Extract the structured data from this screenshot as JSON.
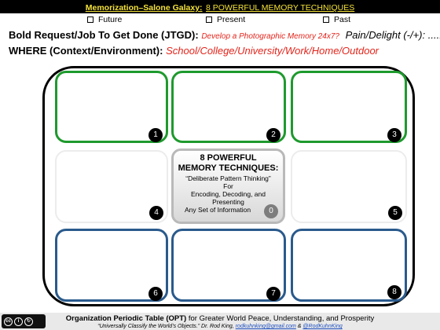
{
  "header": {
    "series": "Memorization–Salone Galaxy:",
    "topic": "8 POWERFUL MEMORY TECHNIQUES"
  },
  "tenses": {
    "future": "Future",
    "present": "Present",
    "past": "Past"
  },
  "jtgd": {
    "label": "Bold Request/Job To Get Done (JTGD):",
    "value": "Develop a Photographic Memory 24x7?",
    "pain_label": "Pain/Delight (-/+): ........"
  },
  "where": {
    "label": "WHERE (Context/Environment):",
    "value": "School/College/University/Work/Home/Outdoor"
  },
  "center": {
    "title_line1": "8 POWERFUL",
    "title_line2": "MEMORY TECHNIQUES:",
    "line1": "“Deliberate Pattern Thinking”",
    "line2": "For",
    "line3": "Encoding, Decoding, and",
    "line4": "Presenting",
    "line5": "Any Set of Information",
    "number": "0"
  },
  "boxes": [
    "1",
    "2",
    "3",
    "4",
    "5",
    "6",
    "7",
    "8"
  ],
  "colors": {
    "green": "#1e9a2d",
    "blue": "#2a5a8c",
    "red": "#e3241b",
    "yellow": "#f5e23a"
  },
  "footer": {
    "line1_bold": "Organization Periodic Table (OPT)",
    "line1_rest": " for Greater World Peace, Understanding, and Prosperity",
    "line2_quote": "“Universally Classify the World’s Objects.”",
    "line2_author": " Dr. Rod King, ",
    "line2_email": "rodkuhnking@gmail.com",
    "line2_amp": " & ",
    "line2_handle": "@RodKuhnKing"
  },
  "license": {
    "icon": "creative-commons-by-sa"
  }
}
